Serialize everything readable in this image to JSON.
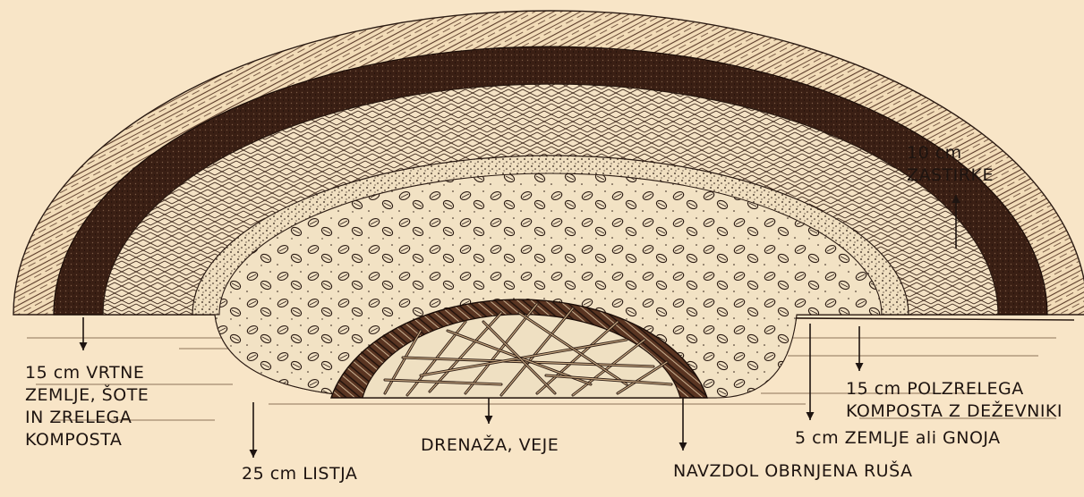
{
  "colors": {
    "background": "#f8e5c7",
    "ink": "#1e1410",
    "dark_layer": "#3a1f14",
    "straw": "#6b4a35",
    "compost_fill": "#efe0c2"
  },
  "labels": {
    "mulch": [
      "10 cm",
      "ZASTIRKE"
    ],
    "garden_soil": [
      "15 cm VRTNE",
      "ZEMLJE, ŠOTE",
      "IN ZRELEGA",
      "KOMPOSTA"
    ],
    "semi_ripe_compost": [
      "15 cm POLZRELEGA",
      "KOMPOSTA Z DEŽEVNIKI"
    ],
    "soil_or_manure": "5 cm ZEMLJE ali GNOJA",
    "drainage": "DRENAŽA, VEJE",
    "leaves": "25 cm LISTJA",
    "sod": "NAVZDOL OBRNJENA RUŠA"
  }
}
